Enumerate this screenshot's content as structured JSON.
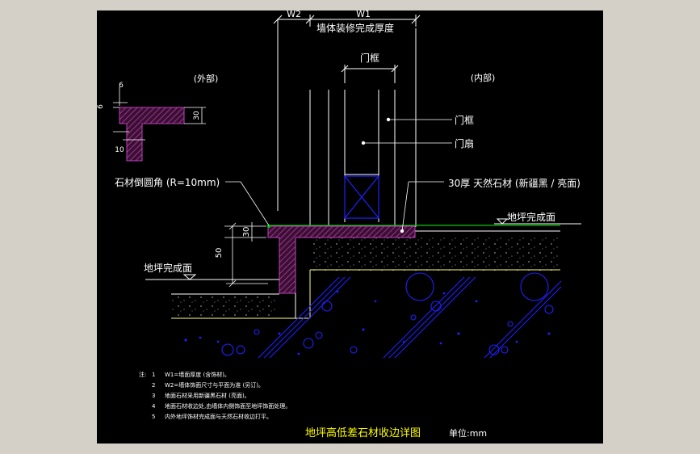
{
  "drawing": {
    "title": "地坪高低差石材收边详图",
    "unit": "单位:mm",
    "labels": {
      "w2": "W2",
      "w1": "W1",
      "wall_finish_thickness": "墙体装修完成厚度",
      "door_frame_top": "门框",
      "exterior": "(外部)",
      "interior": "(内部)",
      "door_frame": "门框",
      "door_leaf": "门扇",
      "stone_chamfer": "石材倒圆角 (R=10mm)",
      "stone_spec": "30厚 天然石材 (新疆黑 / 亮面)",
      "floor_finish_high": "地坪完成面",
      "floor_finish_low": "地坪完成面"
    },
    "dimensions": {
      "detail_top": "6",
      "detail_left": "6",
      "detail_thickness": "30",
      "detail_leg": "10",
      "stone_thickness": "30",
      "level_difference": "50"
    },
    "notes": [
      "W1=墙面厚度 (含饰材)。",
      "W2=墙体饰面尺寸与平面为准 (另订)。",
      "地面石材采用新疆黑石材 (亮面)。",
      "地面石材收边处,由墙体内侧饰面至地坪饰面处理。",
      "内外地坪饰材完成面与天然石材收边打平。"
    ],
    "notes_prefix": "注:",
    "note_numbers": [
      "1",
      "2",
      "3",
      "4",
      "5"
    ],
    "colors": {
      "background": "#000000",
      "frame": "#d4d0c8",
      "line_white": "#ffffff",
      "line_green": "#00c800",
      "hatch": "#c040c0",
      "fill_line": "#ffff80",
      "gravel": "#2020ff",
      "title": "#ffff00"
    }
  }
}
